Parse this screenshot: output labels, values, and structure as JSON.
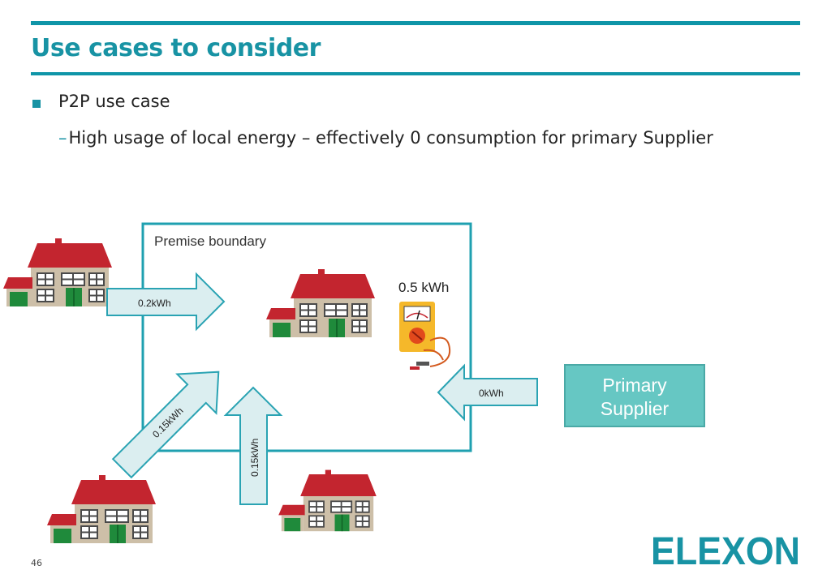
{
  "slide": {
    "title": "Use cases to consider",
    "bullet": "P2P use case",
    "sub_dash": "–",
    "sub_bullet": "High usage of local energy – effectively 0 consumption for primary Supplier",
    "page_number": "46"
  },
  "diagram": {
    "premise_label": "Premise boundary",
    "meter_reading": "0.5 kWh",
    "arrow_top": "0.2kWh",
    "arrow_diag": "0.15kWh",
    "arrow_up": "0.15kWh",
    "arrow_supplier": "0kWh",
    "supplier_line1": "Primary",
    "supplier_line2": "Supplier"
  },
  "logo": {
    "text": "ELEXON"
  },
  "colors": {
    "accent": "#1893a4",
    "arrow_fill": "#dbeef0",
    "supplier_fill": "#66c7c3",
    "roof": "#c3252f"
  }
}
